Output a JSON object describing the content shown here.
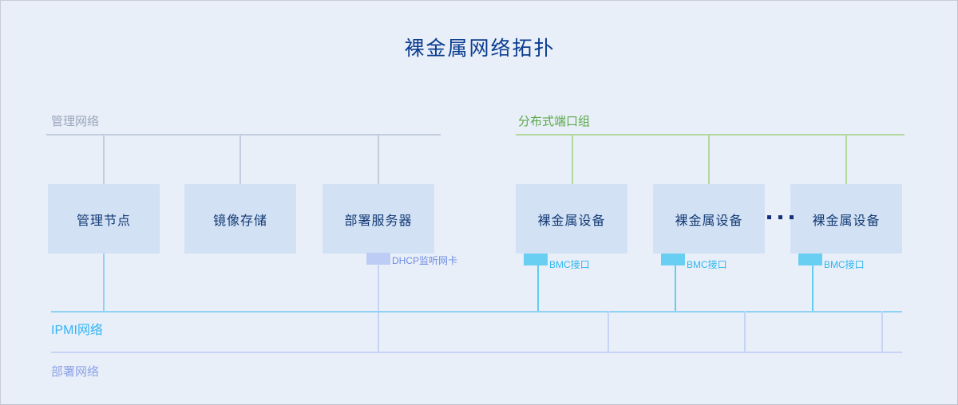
{
  "diagram": {
    "title": "裸金属网络拓扑",
    "background_color": "#e9eff8"
  },
  "zones": [
    {
      "id": "management-network",
      "label": "管理网络",
      "color": "#9aa6bd"
    },
    {
      "id": "distributed-port-group",
      "label": "分布式端口组",
      "color": "#5aa84a"
    },
    {
      "id": "ipmi-network",
      "label": "IPMI网络",
      "color": "#33b4f5"
    },
    {
      "id": "deployment-network",
      "label": "部署网络",
      "color": "#8ea3e8"
    }
  ],
  "nodes": {
    "management": [
      {
        "id": "management-node",
        "label": "管理节点"
      },
      {
        "id": "image-storage",
        "label": "镜像存储"
      },
      {
        "id": "deployment-server",
        "label": "部署服务器"
      }
    ],
    "baremetal": [
      {
        "id": "baremetal-device-1",
        "label": "裸金属设备"
      },
      {
        "id": "baremetal-device-2",
        "label": "裸金属设备"
      },
      {
        "id": "baremetal-device-3",
        "label": "裸金属设备"
      }
    ]
  },
  "ports": {
    "dhcp": {
      "label": "DHCP监听网卡",
      "color": "#bcccf5"
    },
    "bmc": [
      {
        "label": "BMC接口",
        "color": "#68cff2"
      },
      {
        "label": "BMC接口",
        "color": "#68cff2"
      },
      {
        "label": "BMC接口",
        "color": "#68cff2"
      }
    ]
  },
  "ellipsis": {
    "dots": 3
  }
}
